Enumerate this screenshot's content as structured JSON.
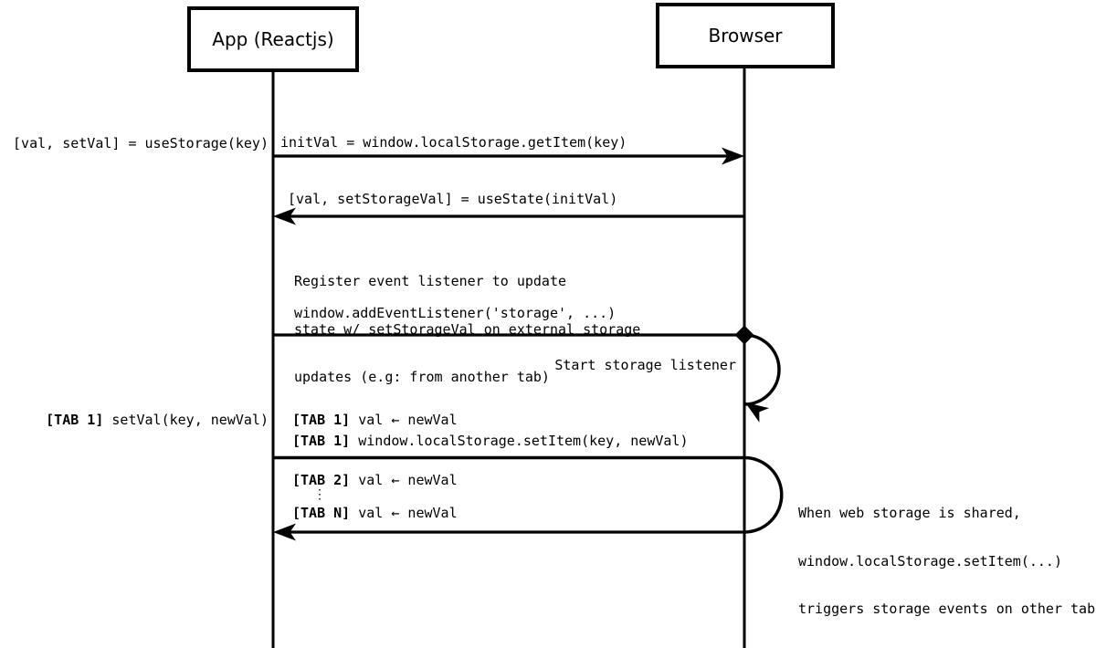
{
  "palette": {
    "ink": "#000000",
    "bg": "#ffffff"
  },
  "actors": {
    "app": "App (Reactjs)",
    "browser": "Browser"
  },
  "labels": {
    "use_storage": "[val, setVal] = useStorage(key)",
    "get_item": "initVal = window.localStorage.getItem(key)",
    "use_state": "[val, setStorageVal] = useState(initVal)",
    "register_line1": "Register event listener to update",
    "register_line2": "state w/ setStorageVal on external storage",
    "register_line3": "updates (e.g: from another tab)",
    "add_event_listener": "window.addEventListener('storage', ...)",
    "start_listener": "Start storage listener",
    "tab1_setval_prefix": "[TAB 1]",
    "tab1_setval_text": " setVal(key, newVal)",
    "tab1_val_prefix": "[TAB 1]",
    "tab1_val_text": " val ← newVal",
    "tab1_setitem_prefix": "[TAB 1]",
    "tab1_setitem_text": " window.localStorage.setItem(key, newVal)",
    "tab2_val_prefix": "[TAB 2]",
    "tab2_val_text": " val ← newVal",
    "ellipsis": "⋮",
    "tabn_val_prefix": "[TAB N]",
    "tabn_val_text": " val ← newVal",
    "shared_note_line1": "When web storage is shared,",
    "shared_note_line2": "window.localStorage.setItem(...)",
    "shared_note_line3": "triggers storage events on other tabs"
  }
}
